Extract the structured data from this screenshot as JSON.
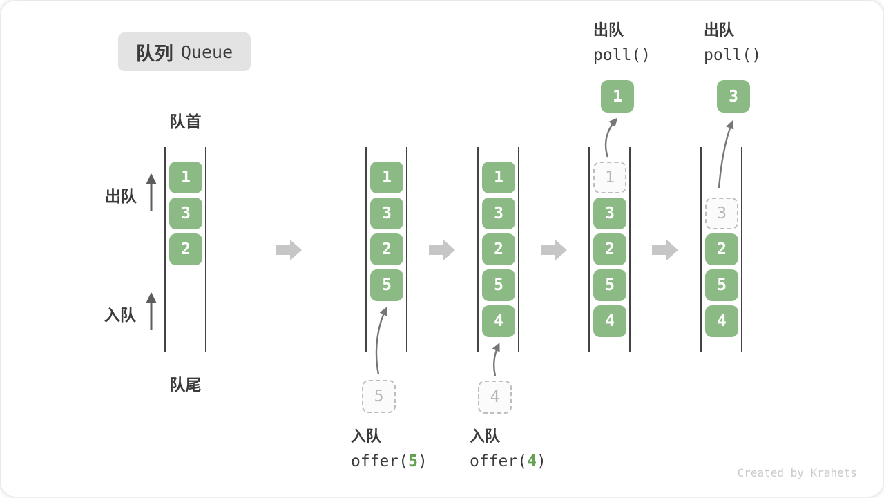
{
  "title": {
    "zh": "队列",
    "en": "Queue"
  },
  "side_labels": {
    "front": "队首",
    "rear": "队尾",
    "dequeue": "出队",
    "enqueue": "入队"
  },
  "watermark": "Created by Krahets",
  "colors": {
    "box_green": "#8bba84",
    "code_arg_green": "#64a152",
    "dashed_border": "#bdbdbd",
    "dashed_text": "#b5b5b5",
    "block_arrow": "#c6c6c6",
    "thin_arrow": "#767676",
    "column_line": "#434343",
    "text": "#3a3a3a",
    "badge_bg": "#e3e3e3"
  },
  "states": [
    {
      "name": "state-initial",
      "slots": [
        {
          "v": "1",
          "style": "green"
        },
        {
          "v": "3",
          "style": "green"
        },
        {
          "v": "2",
          "style": "green"
        }
      ]
    },
    {
      "name": "state-offer-5",
      "slots": [
        {
          "v": "1",
          "style": "green"
        },
        {
          "v": "3",
          "style": "green"
        },
        {
          "v": "2",
          "style": "green"
        },
        {
          "v": "5",
          "style": "green"
        }
      ],
      "op": {
        "type": "enqueue",
        "label": "入队",
        "code_pre": "offer(",
        "code_arg": "5",
        "code_post": ")",
        "detached_value": "5"
      }
    },
    {
      "name": "state-offer-4",
      "slots": [
        {
          "v": "1",
          "style": "green"
        },
        {
          "v": "3",
          "style": "green"
        },
        {
          "v": "2",
          "style": "green"
        },
        {
          "v": "5",
          "style": "green"
        },
        {
          "v": "4",
          "style": "green"
        }
      ],
      "op": {
        "type": "enqueue",
        "label": "入队",
        "code_pre": "offer(",
        "code_arg": "4",
        "code_post": ")",
        "detached_value": "4"
      }
    },
    {
      "name": "state-poll-1",
      "slots": [
        {
          "v": "1",
          "style": "dashed"
        },
        {
          "v": "3",
          "style": "green"
        },
        {
          "v": "2",
          "style": "green"
        },
        {
          "v": "5",
          "style": "green"
        },
        {
          "v": "4",
          "style": "green"
        }
      ],
      "op": {
        "type": "dequeue",
        "label": "出队",
        "code": "poll()",
        "result_value": "1"
      }
    },
    {
      "name": "state-poll-3",
      "slots": [
        {
          "style": "empty"
        },
        {
          "v": "3",
          "style": "dashed"
        },
        {
          "v": "2",
          "style": "green"
        },
        {
          "v": "5",
          "style": "green"
        },
        {
          "v": "4",
          "style": "green"
        }
      ],
      "op": {
        "type": "dequeue",
        "label": "出队",
        "code": "poll()",
        "result_value": "3"
      }
    }
  ]
}
